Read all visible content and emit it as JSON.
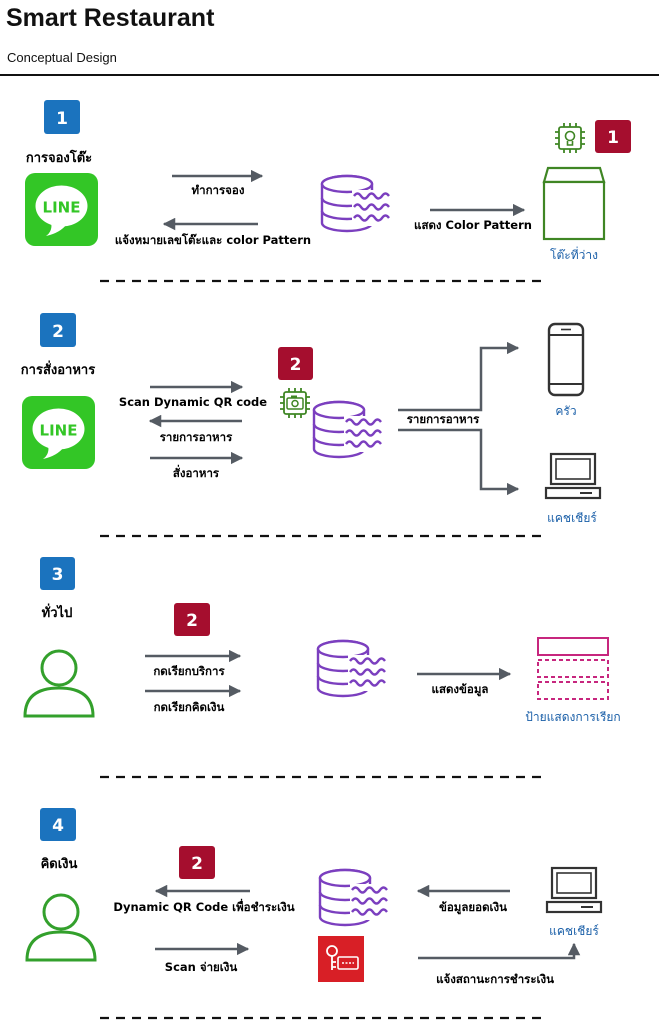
{
  "page": {
    "title": "Smart Restaurant",
    "subtitle": "Conceptual Design"
  },
  "sections": [
    {
      "step": "1",
      "title": "การจองโต๊ะ",
      "badge": "1",
      "labels": {
        "reserve": "ทำการจอง",
        "notify": "แจ้งหมายเลขโต๊ะและ color Pattern",
        "show_color": "แสดง Color Pattern",
        "free_table": "โต๊ะที่ว่าง"
      }
    },
    {
      "step": "2",
      "title": "การสั่งอาหาร",
      "badge": "2",
      "labels": {
        "scan": "Scan Dynamic QR code",
        "menu": "รายการอาหาร",
        "order": "สั่งอาหาร",
        "menu_out": "รายการอาหาร",
        "kitchen": "ครัว",
        "cashier": "แคชเชียร์"
      }
    },
    {
      "step": "3",
      "title": "ทั่วไป",
      "badge": "2",
      "labels": {
        "call_service": "กดเรียกบริการ",
        "call_bill": "กดเรียกคิดเงิน",
        "show_info": "แสดงข้อมูล",
        "call_sign": "ป้ายแสดงการเรียก"
      }
    },
    {
      "step": "4",
      "title": "คิดเงิน",
      "badge": "2",
      "labels": {
        "qr_pay": "Dynamic QR Code เพื่อชำระเงิน",
        "scan_pay": "Scan จ่ายเงิน",
        "amount": "ข้อมูลยอดเงิน",
        "cashier": "แคชเชียร์",
        "payment_status": "แจ้งสถานะการชำระเงิน"
      }
    }
  ],
  "icons": {
    "line_logo_text": "LINE",
    "colors": {
      "step": "#1b73be",
      "badge": "#a50e2e",
      "line_green": "#33c626",
      "db": "#7b3fbf",
      "iot": "#3f8624",
      "sign": "#c7267e",
      "key": "#d81f26",
      "arrow": "#555b63"
    }
  }
}
